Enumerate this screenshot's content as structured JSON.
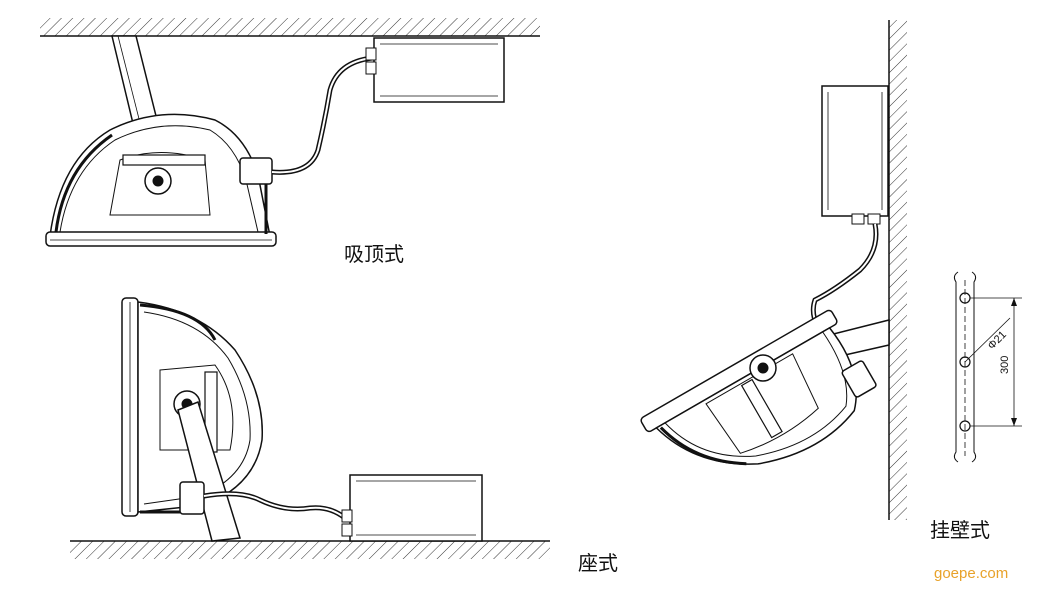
{
  "labels": {
    "ceiling": "吸顶式",
    "seat": "座式",
    "wall": "挂壁式"
  },
  "dimensions": {
    "hole": "Φ21",
    "spacing": "300"
  },
  "watermark": {
    "text": "goepe.com",
    "color": "#e8a22a"
  },
  "line_color": "#111111"
}
